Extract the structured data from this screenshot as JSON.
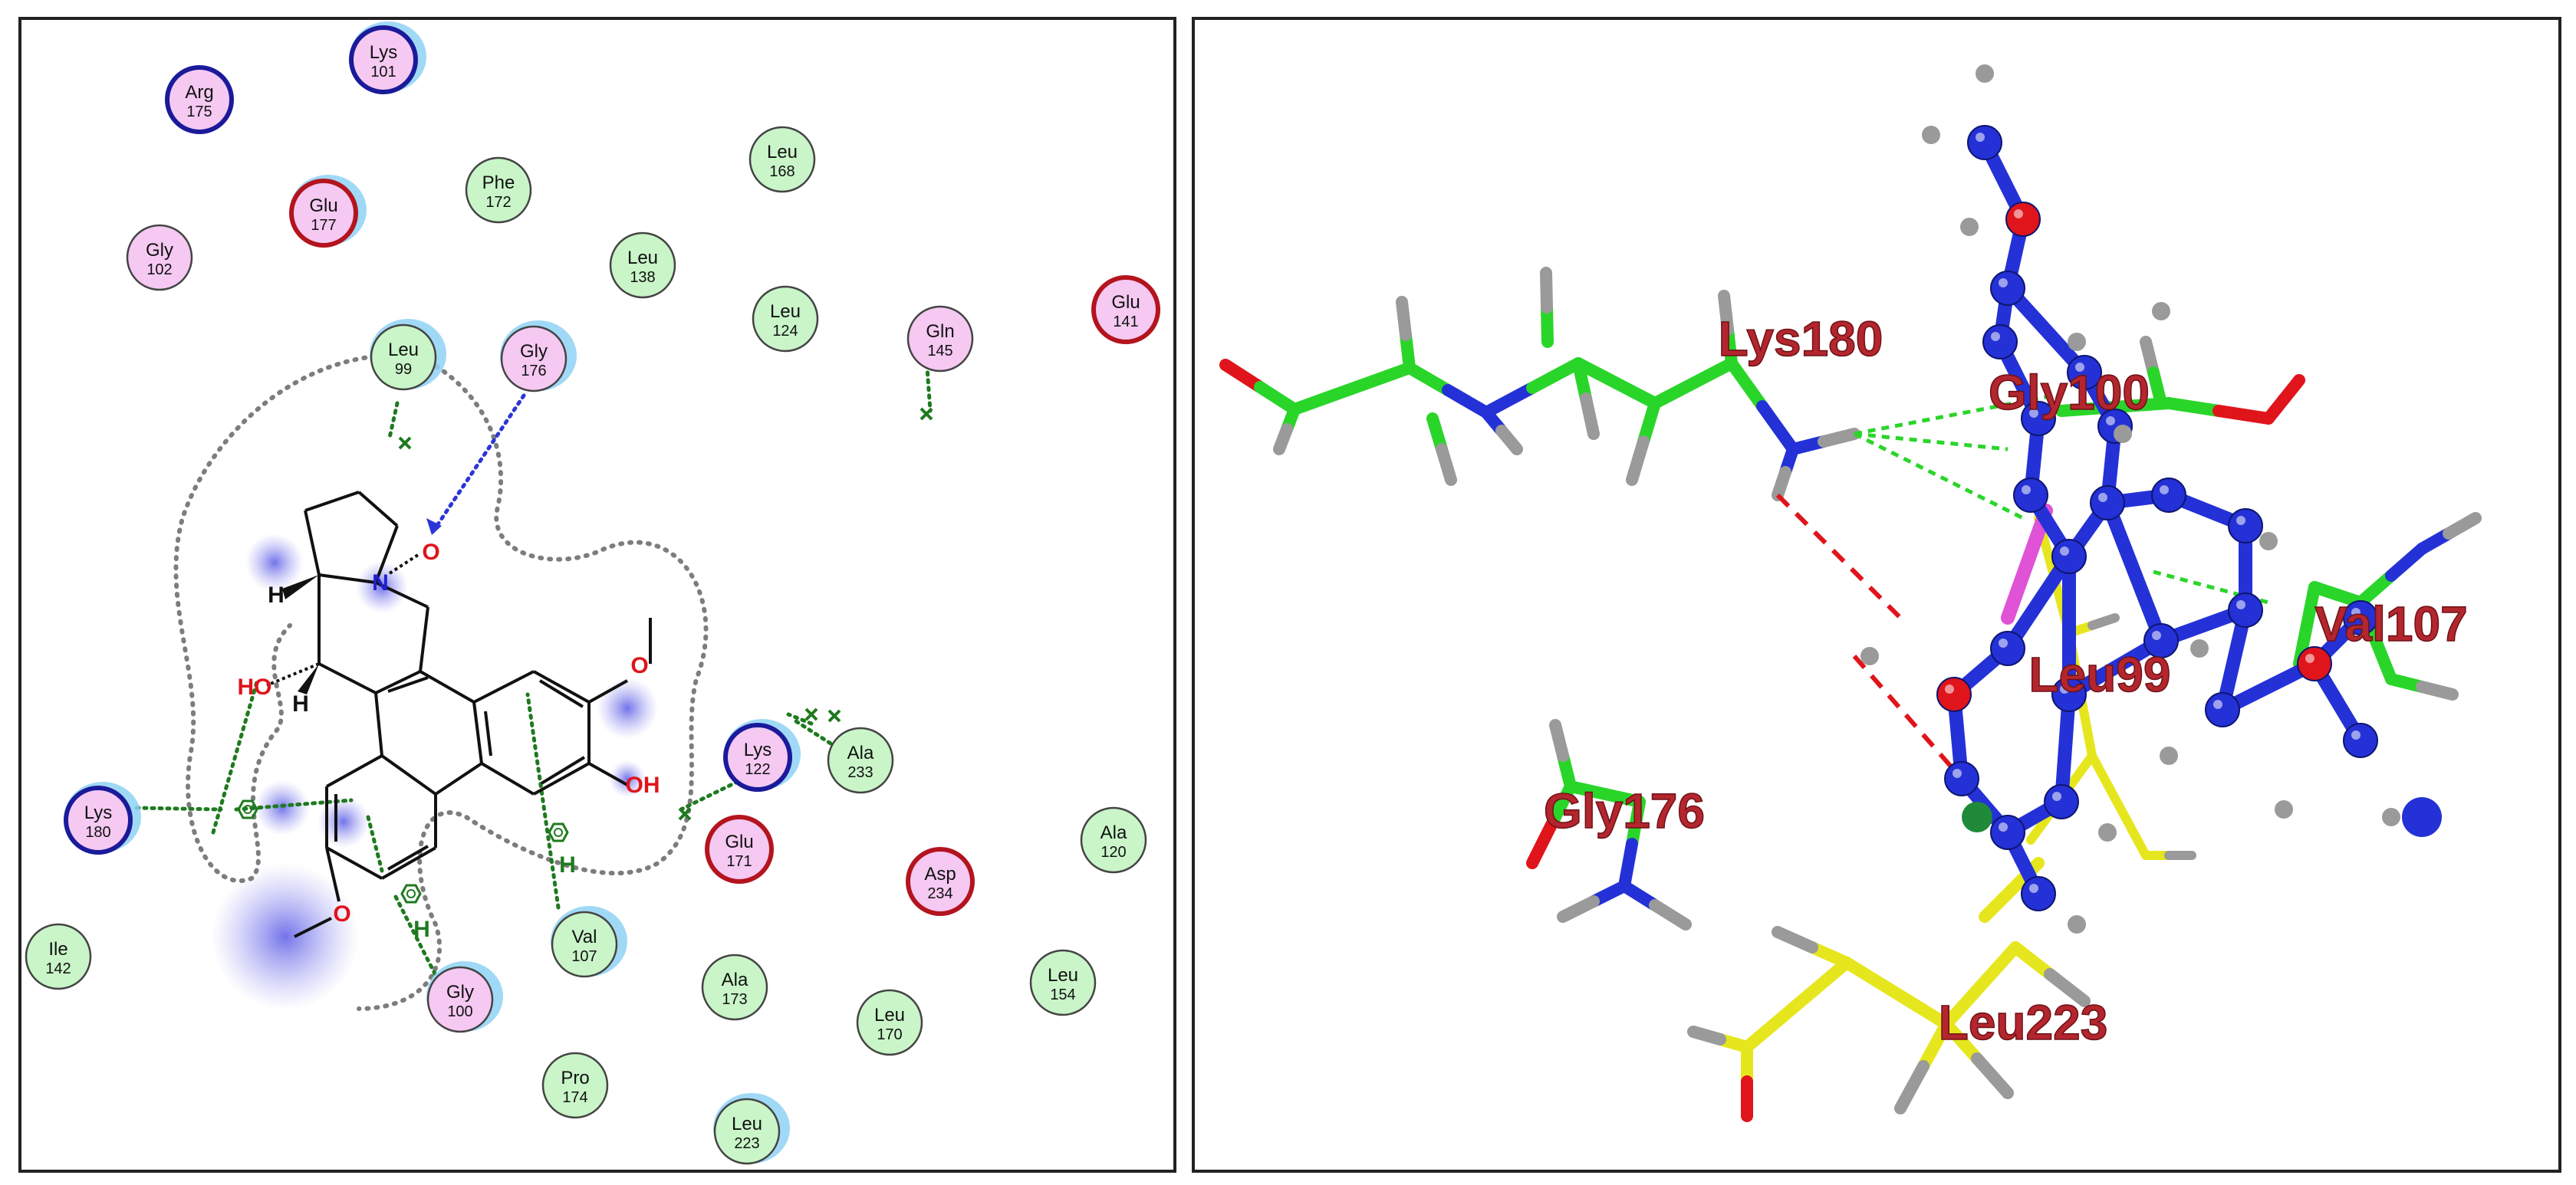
{
  "residues": [
    {
      "name": "Arg",
      "num": "175",
      "type": "charged",
      "rim": "blue",
      "halo": false
    },
    {
      "name": "Lys",
      "num": "101",
      "type": "charged",
      "rim": "blue",
      "halo": true
    },
    {
      "name": "Glu",
      "num": "177",
      "type": "charged",
      "rim": "red",
      "halo": true
    },
    {
      "name": "Phe",
      "num": "172",
      "type": "hydrophobic",
      "rim": "none",
      "halo": false
    },
    {
      "name": "Leu",
      "num": "168",
      "type": "hydrophobic",
      "rim": "none",
      "halo": false
    },
    {
      "name": "Gly",
      "num": "102",
      "type": "polar",
      "rim": "none",
      "halo": false
    },
    {
      "name": "Leu",
      "num": "138",
      "type": "hydrophobic",
      "rim": "none",
      "halo": false
    },
    {
      "name": "Leu",
      "num": "124",
      "type": "hydrophobic",
      "rim": "none",
      "halo": false
    },
    {
      "name": "Gln",
      "num": "145",
      "type": "polar",
      "rim": "none",
      "halo": false
    },
    {
      "name": "Glu",
      "num": "141",
      "type": "charged",
      "rim": "red",
      "halo": false
    },
    {
      "name": "Leu",
      "num": "99",
      "type": "hydrophobic",
      "rim": "none",
      "halo": true
    },
    {
      "name": "Gly",
      "num": "176",
      "type": "polar",
      "rim": "none",
      "halo": true
    },
    {
      "name": "Lys",
      "num": "122",
      "type": "charged",
      "rim": "blue",
      "halo": true
    },
    {
      "name": "Ala",
      "num": "233",
      "type": "hydrophobic",
      "rim": "none",
      "halo": false
    },
    {
      "name": "Lys",
      "num": "180",
      "type": "charged",
      "rim": "blue",
      "halo": true
    },
    {
      "name": "Glu",
      "num": "171",
      "type": "charged",
      "rim": "red",
      "halo": false
    },
    {
      "name": "Ala",
      "num": "120",
      "type": "hydrophobic",
      "rim": "none",
      "halo": false
    },
    {
      "name": "Asp",
      "num": "234",
      "type": "charged",
      "rim": "red",
      "halo": false
    },
    {
      "name": "Val",
      "num": "107",
      "type": "hydrophobic",
      "rim": "none",
      "halo": true
    },
    {
      "name": "Ile",
      "num": "142",
      "type": "hydrophobic",
      "rim": "none",
      "halo": false
    },
    {
      "name": "Gly",
      "num": "100",
      "type": "polar",
      "rim": "none",
      "halo": true
    },
    {
      "name": "Ala",
      "num": "173",
      "type": "hydrophobic",
      "rim": "none",
      "halo": false
    },
    {
      "name": "Leu",
      "num": "170",
      "type": "hydrophobic",
      "rim": "none",
      "halo": false
    },
    {
      "name": "Leu",
      "num": "154",
      "type": "hydrophobic",
      "rim": "none",
      "halo": false
    },
    {
      "name": "Pro",
      "num": "174",
      "type": "hydrophobic",
      "rim": "none",
      "halo": false
    },
    {
      "name": "Leu",
      "num": "223",
      "type": "hydrophobic",
      "rim": "none",
      "halo": true
    }
  ],
  "atom_labels": {
    "N": "N",
    "O": "O",
    "HO": "HO",
    "OH": "OH",
    "H": "H"
  },
  "labels_3d": [
    "Lys180",
    "Gly100",
    "Val107",
    "Leu99",
    "Gly176",
    "Leu223"
  ],
  "colors": {
    "hydrophobic": "#c9f5c8",
    "polar": "#f5c9f2",
    "charged": "#f5c9f2",
    "rim_blue": "#1a1a9a",
    "rim_red": "#b3141e",
    "halo": "#8fd2f5",
    "pocket_outline": "#7d7d7d",
    "hbond_green": "#1f7a1f",
    "hbond_blue": "#2c35d6",
    "carbon_green": "#2ad52a",
    "nitrogen_blue": "#2431d6",
    "oxygen_red": "#e0141b",
    "hydrogen_gray": "#9a9a9a",
    "sulfur_yellow": "#e6e61e",
    "label_3d": "#b3262e"
  }
}
